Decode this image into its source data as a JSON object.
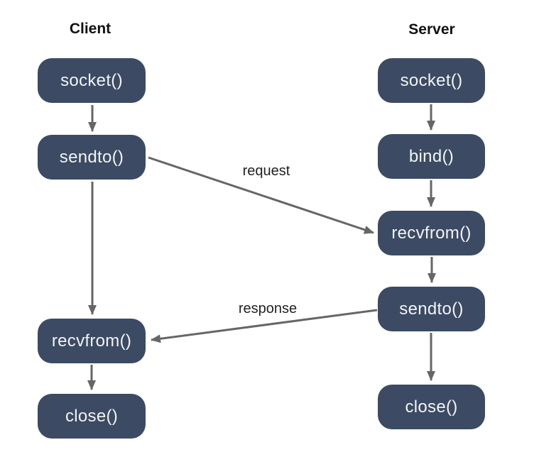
{
  "diagram": {
    "columns": [
      {
        "title": "Client",
        "nodes": [
          {
            "id": "client-socket",
            "label": "socket()"
          },
          {
            "id": "client-sendto",
            "label": "sendto()"
          },
          {
            "id": "client-recvfrom",
            "label": "recvfrom()"
          },
          {
            "id": "client-close",
            "label": "close()"
          }
        ]
      },
      {
        "title": "Server",
        "nodes": [
          {
            "id": "server-socket",
            "label": "socket()"
          },
          {
            "id": "server-bind",
            "label": "bind()"
          },
          {
            "id": "server-recvfrom",
            "label": "recvfrom()"
          },
          {
            "id": "server-sendto",
            "label": "sendto()"
          },
          {
            "id": "server-close",
            "label": "close()"
          }
        ]
      }
    ],
    "messages": [
      {
        "label": "request",
        "from": "client-sendto",
        "to": "server-recvfrom"
      },
      {
        "label": "response",
        "from": "server-sendto",
        "to": "client-recvfrom"
      }
    ],
    "colors": {
      "node-fill": "#3c4a63",
      "node-text": "#f2f3f5",
      "arrow": "#666666",
      "label-text": "#222222",
      "title-text": "#111111",
      "background": "#ffffff"
    }
  }
}
